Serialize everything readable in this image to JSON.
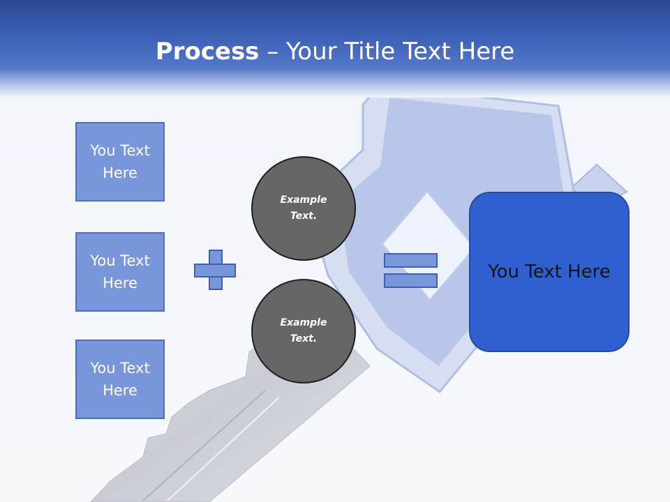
{
  "slide": {
    "title_bold": "Process",
    "title_rest": " – Your Title Text Here"
  },
  "inputs": [
    {
      "label": "You Text Here"
    },
    {
      "label": "You Text Here"
    },
    {
      "label": "You Text Here"
    }
  ],
  "operators": {
    "plus": "plus-sign",
    "equals": "equals-sign"
  },
  "circles": [
    {
      "label": "Example Text."
    },
    {
      "label": "Example Text."
    }
  ],
  "result": {
    "label": "You Text Here"
  },
  "colors": {
    "header": "#3d62b8",
    "box_fill": "#7a96da",
    "circle_fill": "#666666",
    "result_fill": "#3060d0"
  }
}
